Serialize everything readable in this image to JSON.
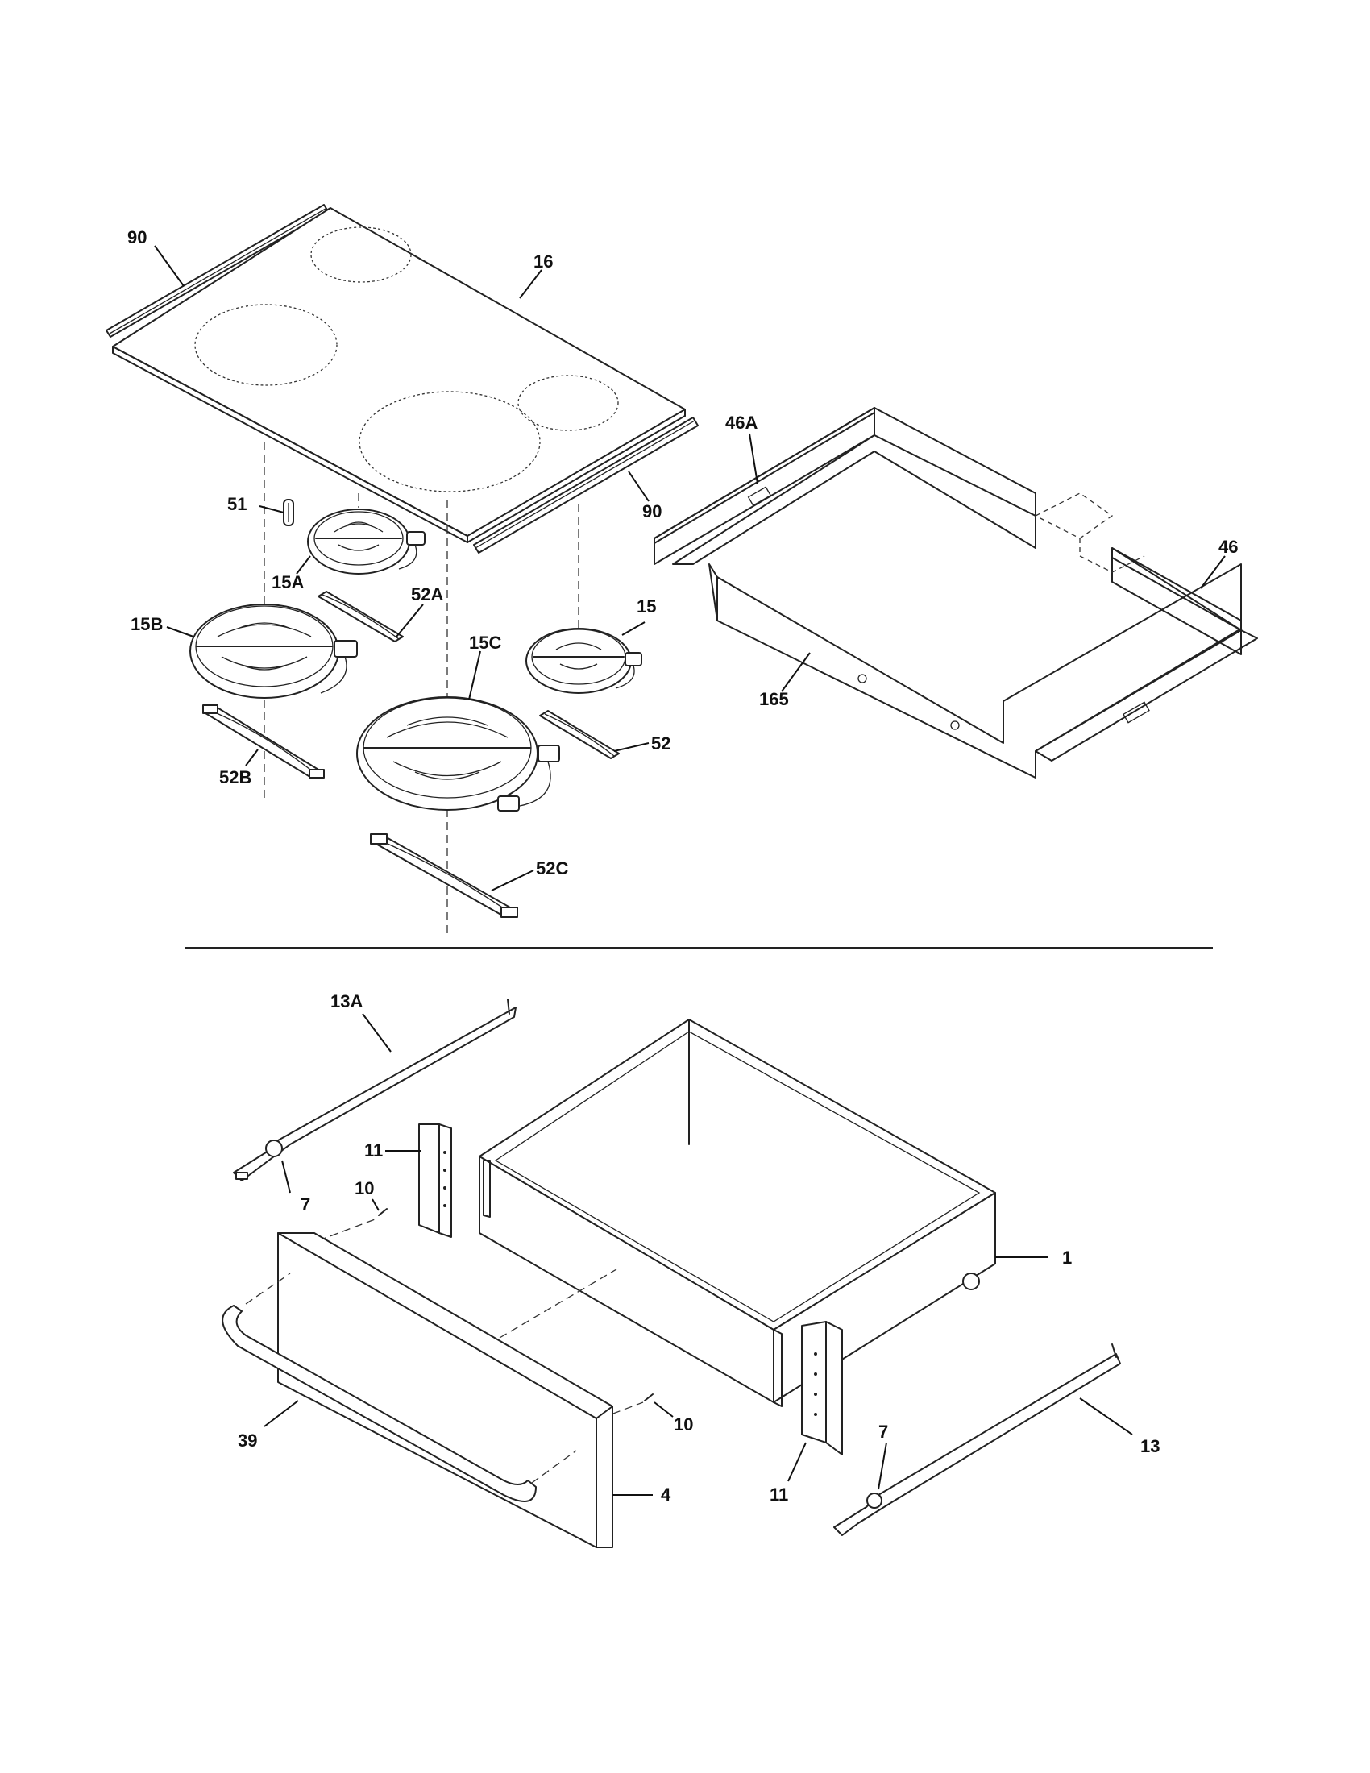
{
  "labels": {
    "l90a": "90",
    "l16": "16",
    "l90b": "90",
    "l51": "51",
    "l15a": "15A",
    "l52a": "52A",
    "l15b": "15B",
    "l15c": "15C",
    "l15": "15",
    "l52": "52",
    "l52b": "52B",
    "l52c": "52C",
    "l46a": "46A",
    "l46": "46",
    "l165": "165",
    "l13a": "13A",
    "l11a": "11",
    "l7a": "7",
    "l10a": "10",
    "l1": "1",
    "l10b": "10",
    "l39": "39",
    "l4": "4",
    "l7b": "7",
    "l11b": "11",
    "l13": "13"
  },
  "icons": {
    "cooktop": "cooktop-glass-icon",
    "element": "radiant-element-icon",
    "bracket": "element-bracket-icon",
    "drawer": "drawer-icon"
  }
}
